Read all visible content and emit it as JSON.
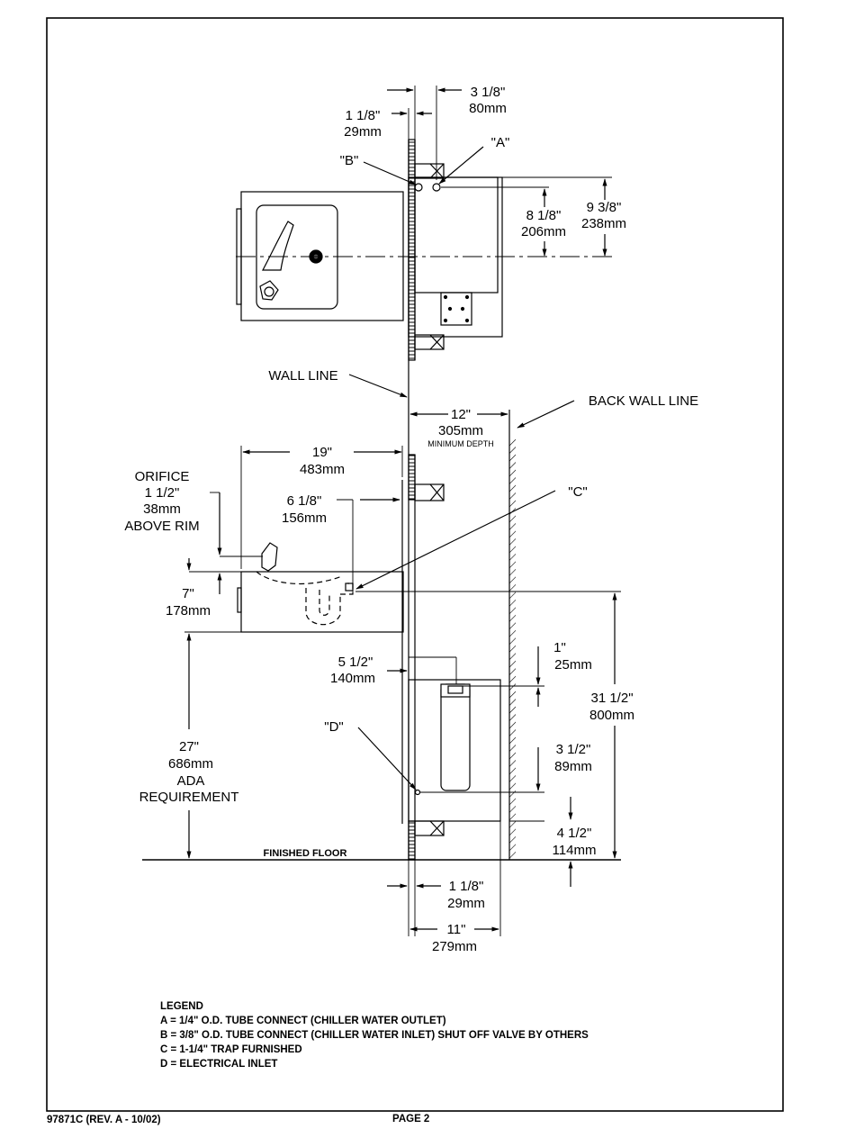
{
  "dimensions": {
    "d_3_1_8": [
      "3 1/8\"",
      "80mm"
    ],
    "d_1_1_8_top": [
      "1 1/8\"",
      "29mm"
    ],
    "d_8_1_8": [
      "8 1/8\"",
      "206mm"
    ],
    "d_9_3_8": [
      "9 3/8\"",
      "238mm"
    ],
    "d_12": [
      "12\"",
      "305mm"
    ],
    "min_depth": "MINIMUM DEPTH",
    "d_19": [
      "19\"",
      "483mm"
    ],
    "orifice": [
      "ORIFICE",
      "1 1/2\"",
      "38mm",
      "ABOVE RIM"
    ],
    "d_6_1_8": [
      "6 1/8\"",
      "156mm"
    ],
    "d_7": [
      "7\"",
      "178mm"
    ],
    "d_5_1_2": [
      "5 1/2\"",
      "140mm"
    ],
    "d_1_in": [
      "1\"",
      "25mm"
    ],
    "d_31_1_2": [
      "31 1/2\"",
      "800mm"
    ],
    "d_27": [
      "27\"",
      "686mm",
      "ADA",
      "REQUIREMENT"
    ],
    "d_3_1_2": [
      "3 1/2\"",
      "89mm"
    ],
    "d_4_1_2": [
      "4 1/2\"",
      "114mm"
    ],
    "d_1_1_8_bottom": [
      "1 1/8\"",
      "29mm"
    ],
    "d_11": [
      "11\"",
      "279mm"
    ]
  },
  "callouts": {
    "a": "\"A\"",
    "b": "\"B\"",
    "c": "\"C\"",
    "d": "\"D\"",
    "wall_line": "WALL LINE",
    "back_wall_line": "BACK WALL LINE",
    "finished_floor": "FINISHED FLOOR"
  },
  "legend": {
    "title": "LEGEND",
    "items": [
      "A = 1/4\" O.D. TUBE CONNECT (CHILLER WATER OUTLET)",
      "B = 3/8\" O.D. TUBE CONNECT (CHILLER WATER INLET) SHUT OFF VALVE BY OTHERS",
      "C = 1-1/4\" TRAP FURNISHED",
      "D = ELECTRICAL INLET"
    ]
  },
  "footer": {
    "doc_number": "97871C  (REV. A - 10/02)",
    "page": "PAGE 2"
  }
}
